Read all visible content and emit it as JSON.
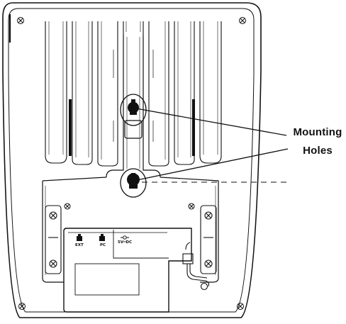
{
  "callout": {
    "line1": "Mounting",
    "line2": "Holes"
  },
  "ports": {
    "ext": "EXT",
    "pc": "PC",
    "dc": "5V═DC"
  },
  "colors": {
    "line": "#111111",
    "background": "#ffffff"
  }
}
